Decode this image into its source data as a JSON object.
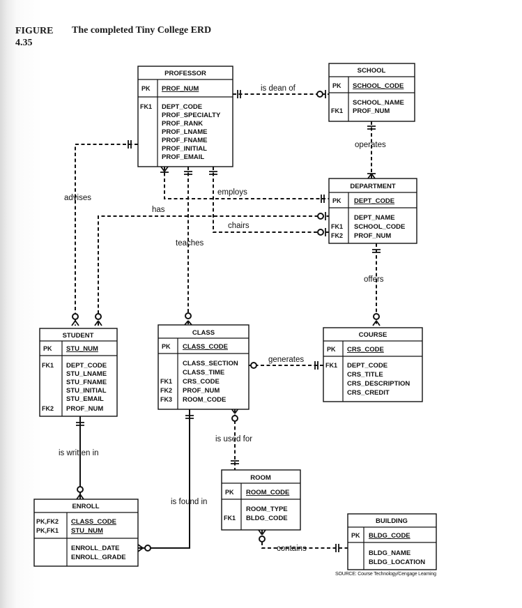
{
  "figure": {
    "label": "FIGURE",
    "number": "4.35",
    "title": "The completed Tiny College ERD"
  },
  "source": "SOURCE: Course Technology/Cengage Learning",
  "entities": {
    "professor": {
      "name": "PROFESSOR",
      "pk_label": "PK",
      "pk": "PROF_NUM",
      "fk_labels": [
        "FK1"
      ],
      "attributes": [
        "DEPT_CODE",
        "PROF_SPECIALTY",
        "PROF_RANK",
        "PROF_LNAME",
        "PROF_FNAME",
        "PROF_INITIAL",
        "PROF_EMAIL"
      ]
    },
    "school": {
      "name": "SCHOOL",
      "pk_label": "PK",
      "pk": "SCHOOL_CODE",
      "fk_labels": [
        "FK1"
      ],
      "attributes": [
        "SCHOOL_NAME",
        "PROF_NUM"
      ]
    },
    "department": {
      "name": "DEPARTMENT",
      "pk_label": "PK",
      "pk": "DEPT_CODE",
      "fk_labels": [
        "FK1",
        "FK2"
      ],
      "attributes": [
        "DEPT_NAME",
        "SCHOOL_CODE",
        "PROF_NUM"
      ]
    },
    "student": {
      "name": "STUDENT",
      "pk_label": "PK",
      "pk": "STU_NUM",
      "fk_labels": [
        "FK1",
        "FK2"
      ],
      "attributes": [
        "DEPT_CODE",
        "STU_LNAME",
        "STU_FNAME",
        "STU_INITIAL",
        "STU_EMAIL",
        "PROF_NUM"
      ]
    },
    "class": {
      "name": "CLASS",
      "pk_label": "PK",
      "pk": "CLASS_CODE",
      "fk_labels": [
        "FK1",
        "FK2",
        "FK3"
      ],
      "attributes": [
        "CLASS_SECTION",
        "CLASS_TIME",
        "CRS_CODE",
        "PROF_NUM",
        "ROOM_CODE"
      ]
    },
    "course": {
      "name": "COURSE",
      "pk_label": "PK",
      "pk": "CRS_CODE",
      "fk_labels": [
        "FK1"
      ],
      "attributes": [
        "DEPT_CODE",
        "CRS_TITLE",
        "CRS_DESCRIPTION",
        "CRS_CREDIT"
      ]
    },
    "enroll": {
      "name": "ENROLL",
      "pk_labels": [
        "PK,FK2",
        "PK,FK1"
      ],
      "pks": [
        "CLASS_CODE",
        "STU_NUM"
      ],
      "attributes": [
        "ENROLL_DATE",
        "ENROLL_GRADE"
      ]
    },
    "room": {
      "name": "ROOM",
      "pk_label": "PK",
      "pk": "ROOM_CODE",
      "fk_labels": [
        "FK1"
      ],
      "attributes": [
        "ROOM_TYPE",
        "BLDG_CODE"
      ]
    },
    "building": {
      "name": "BUILDING",
      "pk_label": "PK",
      "pk": "BLDG_CODE",
      "attributes": [
        "BLDG_NAME",
        "BLDG_LOCATION"
      ]
    }
  },
  "relationships": {
    "is_dean_of": "is dean of",
    "operates": "operates",
    "employs": "employs",
    "has": "has",
    "chairs": "chairs",
    "advises": "advises",
    "teaches": "teaches",
    "offers": "offers",
    "generates": "generates",
    "is_used_for": "is used for",
    "is_written_in": "is written in",
    "is_found_in": "is found in",
    "contains": "contains"
  }
}
